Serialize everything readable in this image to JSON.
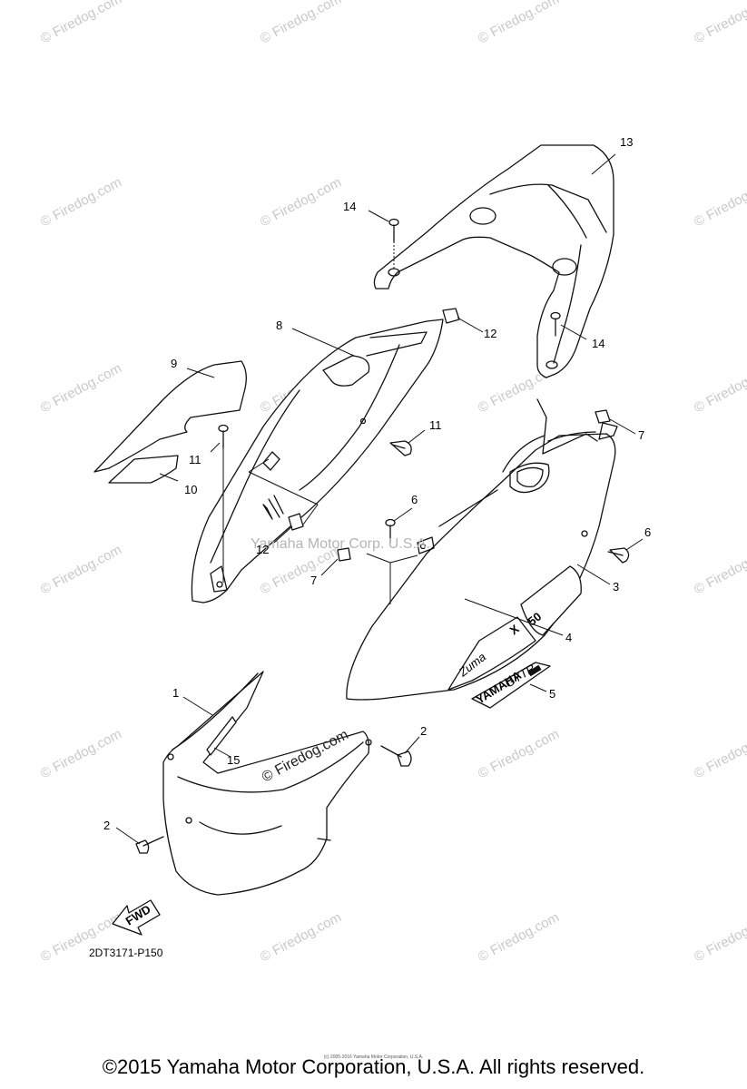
{
  "diagram": {
    "code": "2DT3171-P150",
    "fwd_label": "FWD",
    "logo_text": "X",
    "logo_number": "50",
    "logo_script": "Zuma",
    "emblem_brand": "YAMAHA",
    "emblem_text": "GYTR",
    "callouts": {
      "c1": "1",
      "c2a": "2",
      "c2b": "2",
      "c3": "3",
      "c4": "4",
      "c5": "5",
      "c6a": "6",
      "c6b": "6",
      "c7a": "7",
      "c7b": "7",
      "c8": "8",
      "c9": "9",
      "c10": "10",
      "c11a": "11",
      "c11b": "11",
      "c12a": "12",
      "c12b": "12",
      "c13": "13",
      "c14a": "14",
      "c14b": "14",
      "c15": "15"
    }
  },
  "watermarks": {
    "site": "© Firedog.com",
    "center": "© Firedog.com",
    "mid": "Yamaha Motor Corp. U.S.A."
  },
  "footer": {
    "fine_print": "(c) 2005-2016 Yamaha Motor Corporation, U.S.A.",
    "copyright": "©2015 Yamaha Motor Corporation, U.S.A. All rights reserved."
  }
}
